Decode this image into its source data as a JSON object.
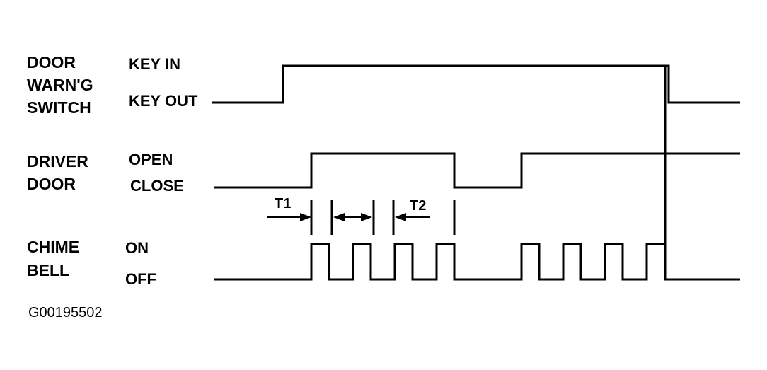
{
  "signals": {
    "door_switch": {
      "name": [
        "DOOR",
        "WARN'G",
        "SWITCH"
      ],
      "states": [
        "KEY IN",
        "KEY OUT"
      ]
    },
    "driver_door": {
      "name": [
        "DRIVER",
        "DOOR"
      ],
      "states": [
        "OPEN",
        "CLOSE"
      ]
    },
    "chime_bell": {
      "name": [
        "CHIME",
        "BELL"
      ],
      "states": [
        "ON",
        "OFF"
      ]
    }
  },
  "timing": {
    "t1": "T1",
    "t2": "T2"
  },
  "figure_id": "G00195502"
}
